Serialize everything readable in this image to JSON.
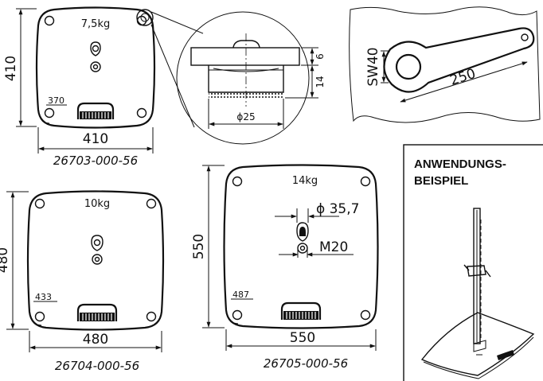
{
  "plates": {
    "p1": {
      "mass": "7,5kg",
      "width": "410",
      "height": "410",
      "inset": "370",
      "part_no": "26703-000-56"
    },
    "p2": {
      "mass": "10kg",
      "width": "480",
      "height": "480",
      "inset": "433",
      "part_no": "26704-000-56"
    },
    "p3": {
      "mass": "14kg",
      "width": "550",
      "height": "550",
      "inset": "487",
      "part_no": "26705-000-56",
      "bore": "ϕ 35,7",
      "thread": "M20"
    }
  },
  "detail": {
    "height_top": "6",
    "height_body": "14",
    "diameter": "ϕ25"
  },
  "wrench": {
    "size": "SW40",
    "length": "250"
  },
  "example": {
    "line1": "ANWENDUNGS-",
    "line2": "BEISPIEL"
  }
}
